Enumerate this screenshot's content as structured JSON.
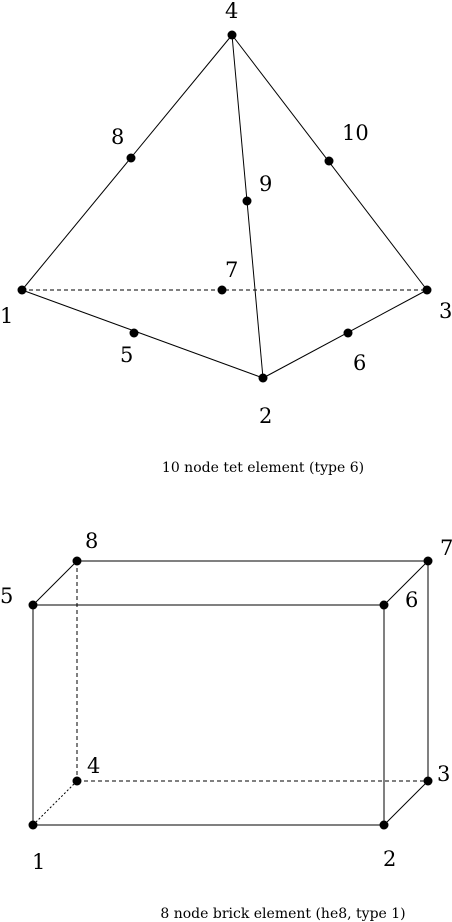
{
  "tet": {
    "caption": "10 node tet element (type 6)",
    "nodes": [
      "1",
      "2",
      "3",
      "4",
      "5",
      "6",
      "7",
      "8",
      "9",
      "10"
    ]
  },
  "brick": {
    "caption": "8 node brick element (he8, type 1)",
    "nodes": [
      "1",
      "2",
      "3",
      "4",
      "5",
      "6",
      "7",
      "8"
    ]
  }
}
